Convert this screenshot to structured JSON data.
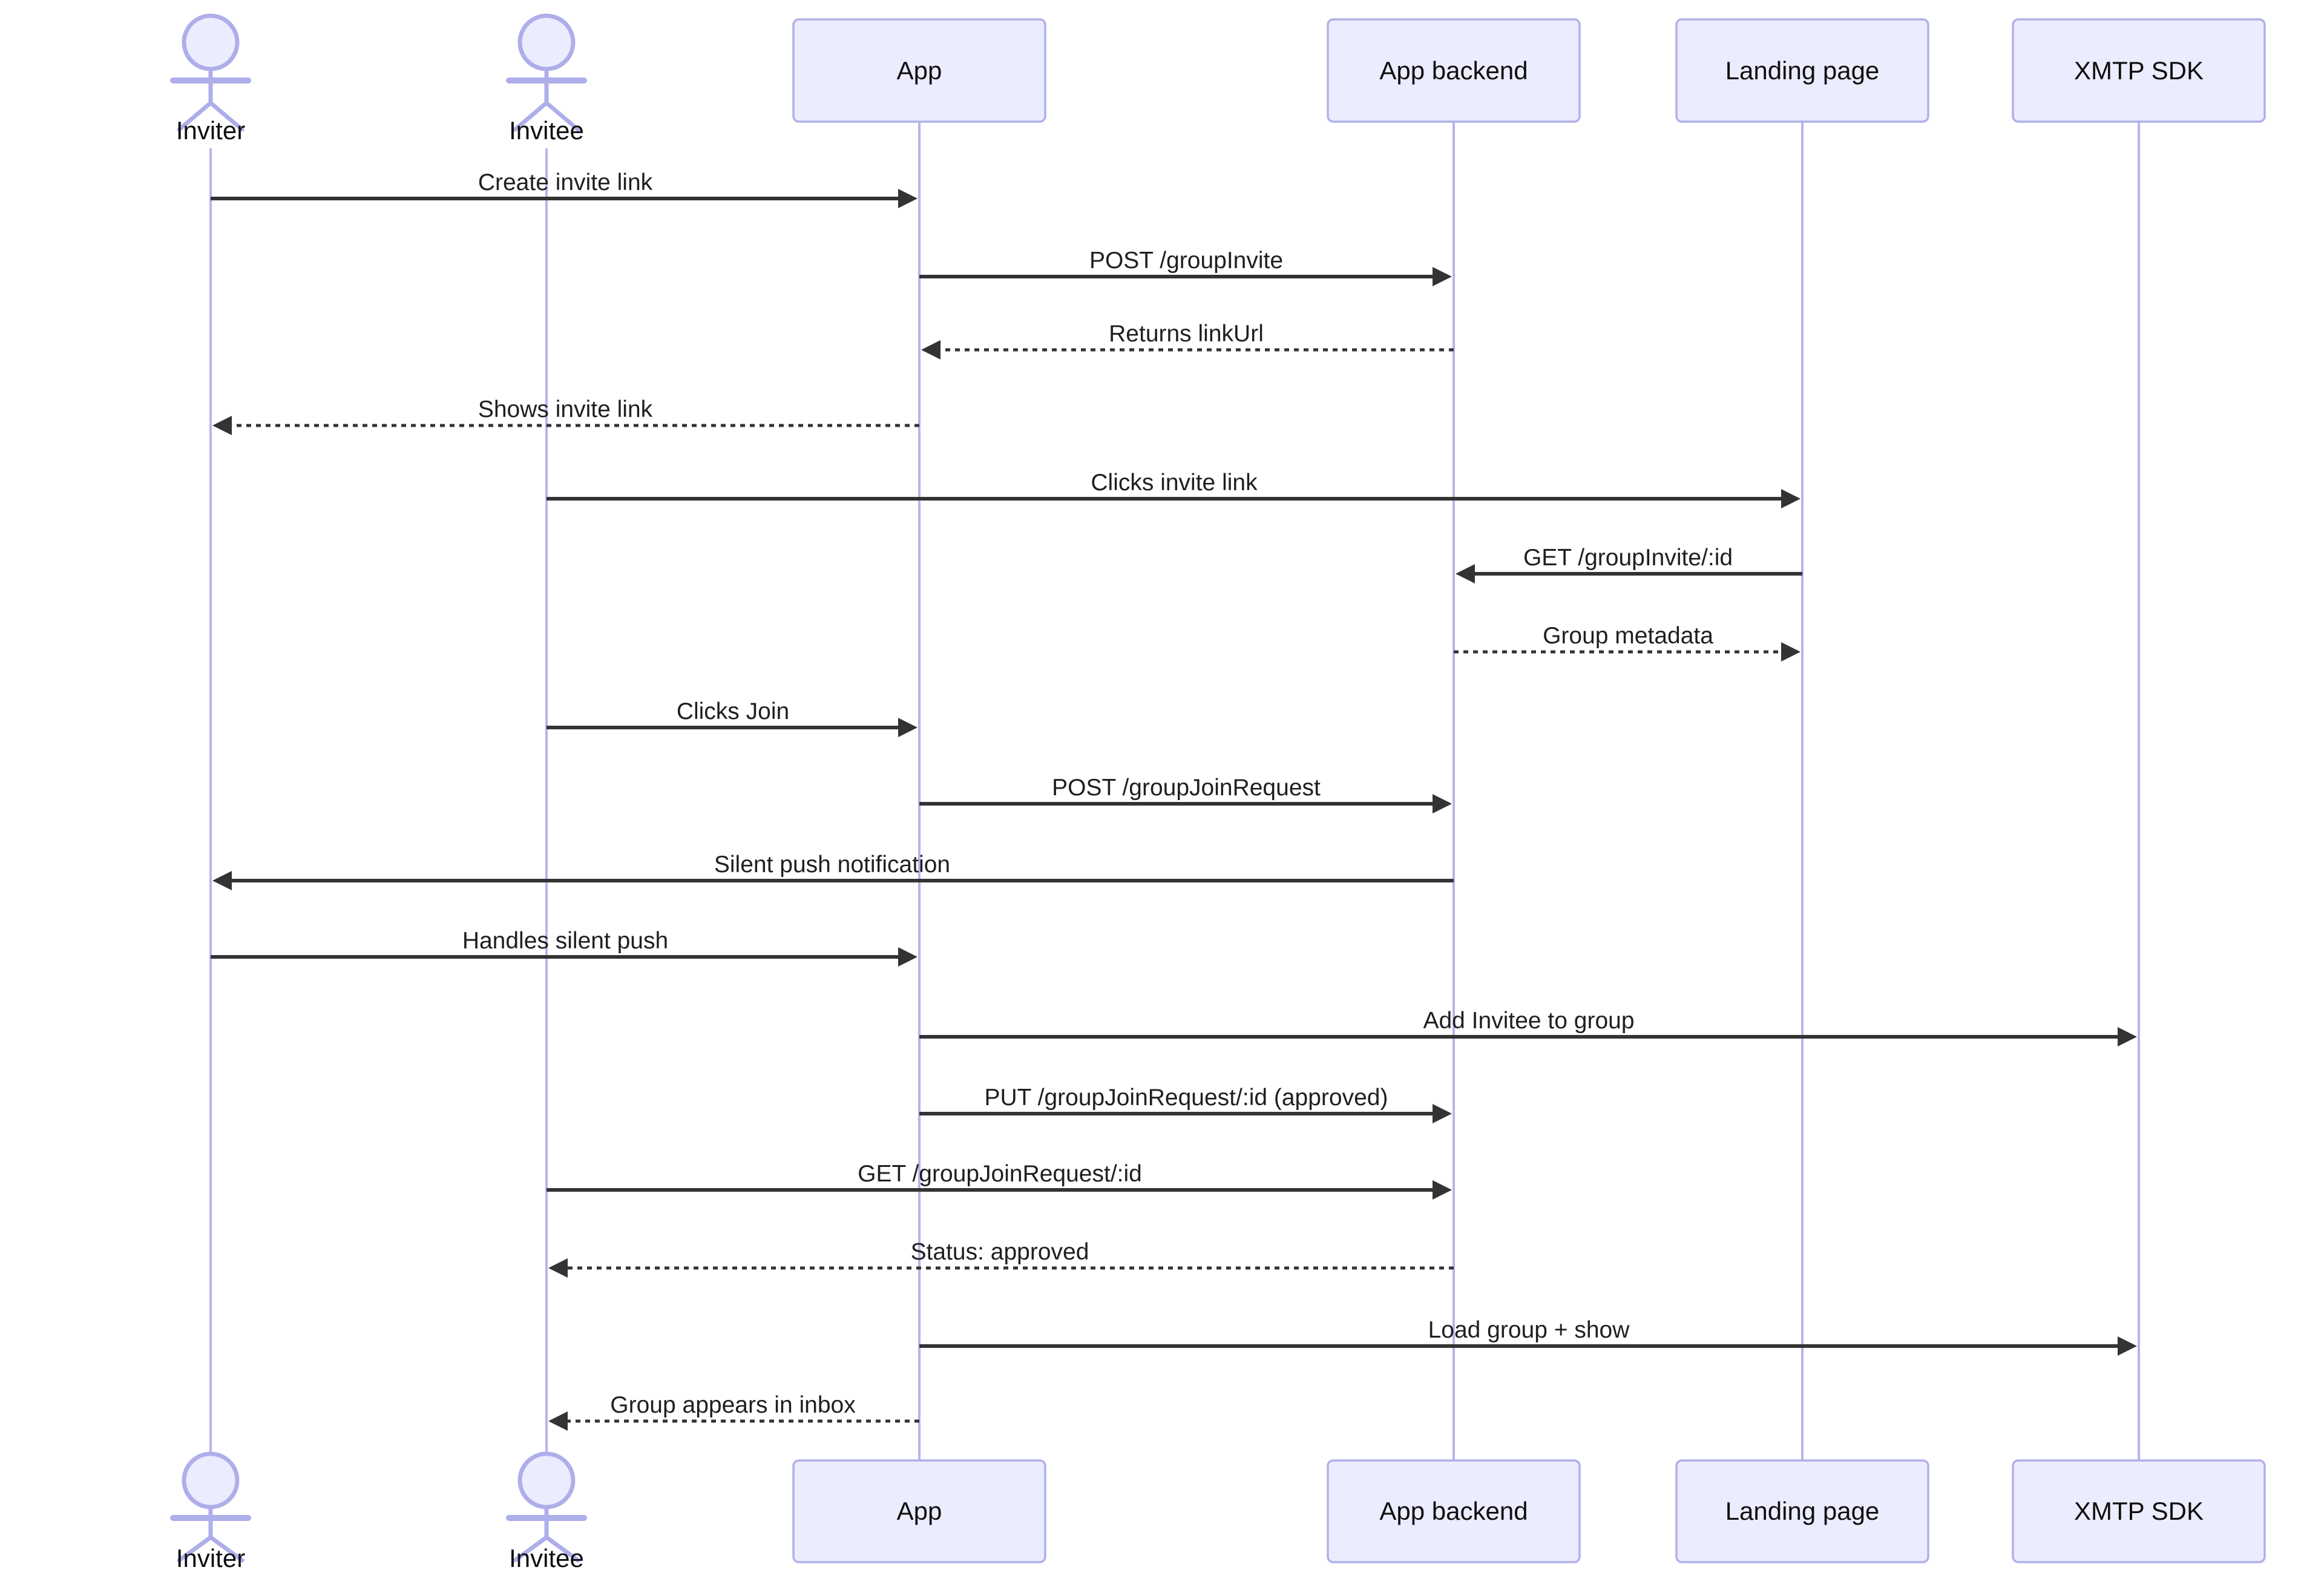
{
  "diagram": {
    "kind": "sequence-diagram",
    "background": "#ffffff",
    "colors": {
      "node_fill": "#ececff",
      "node_border": "#b0b0e8",
      "lifeline": "#b5b5ee",
      "actor_stroke": "#aeaeea",
      "message_line": "#333333",
      "text": "#1f1f1f"
    },
    "participants": [
      {
        "label": "Inviter",
        "type": "actor"
      },
      {
        "label": "Invitee",
        "type": "actor"
      },
      {
        "label": "App",
        "type": "participant"
      },
      {
        "label": "App backend",
        "type": "participant"
      },
      {
        "label": "Landing page",
        "type": "participant"
      },
      {
        "label": "XMTP SDK",
        "type": "participant"
      }
    ],
    "messages": [
      {
        "from": "Inviter",
        "to": "App",
        "label": "Create invite link",
        "line": "solid"
      },
      {
        "from": "App",
        "to": "App backend",
        "label": "POST /groupInvite",
        "line": "solid"
      },
      {
        "from": "App backend",
        "to": "App",
        "label": "Returns linkUrl",
        "line": "dashed"
      },
      {
        "from": "App",
        "to": "Inviter",
        "label": "Shows invite link",
        "line": "dashed"
      },
      {
        "from": "Invitee",
        "to": "Landing page",
        "label": "Clicks invite link",
        "line": "solid"
      },
      {
        "from": "Landing page",
        "to": "App backend",
        "label": "GET /groupInvite/:id",
        "line": "solid"
      },
      {
        "from": "App backend",
        "to": "Landing page",
        "label": "Group metadata",
        "line": "dashed"
      },
      {
        "from": "Invitee",
        "to": "App",
        "label": "Clicks Join",
        "line": "solid"
      },
      {
        "from": "App",
        "to": "App backend",
        "label": "POST /groupJoinRequest",
        "line": "solid"
      },
      {
        "from": "App backend",
        "to": "Inviter",
        "label": "Silent push notification",
        "line": "solid"
      },
      {
        "from": "Inviter",
        "to": "App",
        "label": "Handles silent push",
        "line": "solid"
      },
      {
        "from": "App",
        "to": "XMTP SDK",
        "label": "Add Invitee to group",
        "line": "solid"
      },
      {
        "from": "App",
        "to": "App backend",
        "label": "PUT /groupJoinRequest/:id (approved)",
        "line": "solid"
      },
      {
        "from": "Invitee",
        "to": "App backend",
        "label": "GET /groupJoinRequest/:id",
        "line": "solid"
      },
      {
        "from": "App backend",
        "to": "Invitee",
        "label": "Status: approved",
        "line": "dashed"
      },
      {
        "from": "App",
        "to": "XMTP SDK",
        "label": "Load group + show",
        "line": "solid"
      },
      {
        "from": "App",
        "to": "Invitee",
        "label": "Group appears in inbox",
        "line": "dashed"
      }
    ]
  }
}
